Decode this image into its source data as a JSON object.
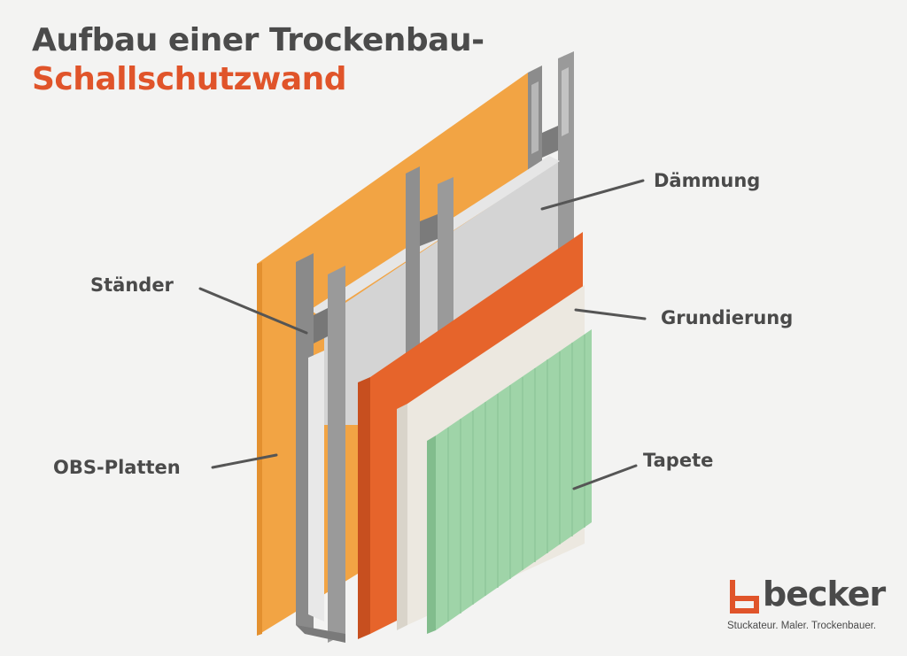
{
  "title": {
    "line1": "Aufbau einer Trockenbau-",
    "line2": "Schallschutzwand"
  },
  "labels": {
    "daemmung": "Dämmung",
    "staender": "Ständer",
    "grundierung": "Grundierung",
    "obs": "OBS-Platten",
    "tapete": "Tapete"
  },
  "brand": {
    "name": "becker",
    "tagline": "Stuckateur. Maler. Trockenbauer."
  },
  "colors": {
    "title_dark": "#4b4b4b",
    "title_accent": "#e0542a",
    "osb": "#f2a444",
    "stud": "#8c8c8c",
    "insulation": "#d4d4d4",
    "panel_orange": "#e6642b",
    "primer": "#ece8e0",
    "wallpaper": "#9fd4a8"
  }
}
